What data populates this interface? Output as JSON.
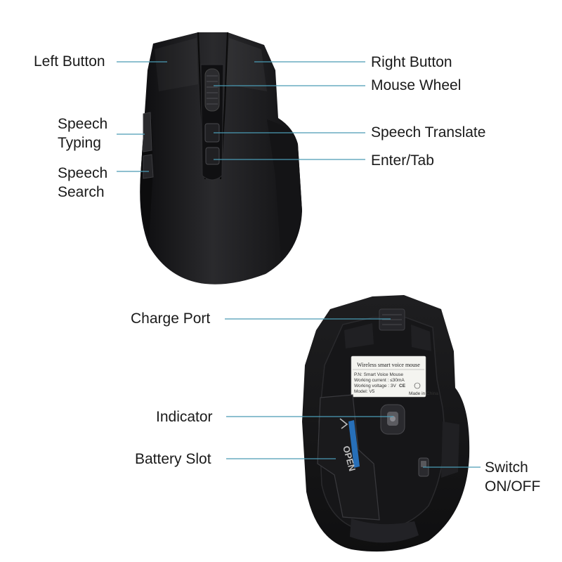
{
  "callouts": {
    "left_button": "Left Button",
    "right_button": "Right Button",
    "mouse_wheel": "Mouse Wheel",
    "speech_typing": [
      "Speech",
      "Typing"
    ],
    "speech_translate": "Speech Translate",
    "enter_tab": "Enter/Tab",
    "speech_search": [
      "Speech",
      "Search"
    ],
    "charge_port": "Charge Port",
    "indicator": "Indicator",
    "battery_slot": "Battery Slot",
    "switch": [
      "Switch",
      "ON/OFF"
    ]
  },
  "product_label": {
    "title": "Wireless smart voice mouse",
    "pn": "P.N: Smart Voice Mouse",
    "current": "Working current : ≤30mA",
    "voltage": "Working voltage : 3V",
    "model": "Model: V5",
    "origin": "Made in China",
    "ce_mark": "CE"
  },
  "battery_cover_text": "OPEN",
  "colors": {
    "leader_line": "#4a9bb5",
    "label_text": "#1a1a1a",
    "mouse_body": "#1c1c1e",
    "indicator_blue": "#2a7fd4"
  }
}
